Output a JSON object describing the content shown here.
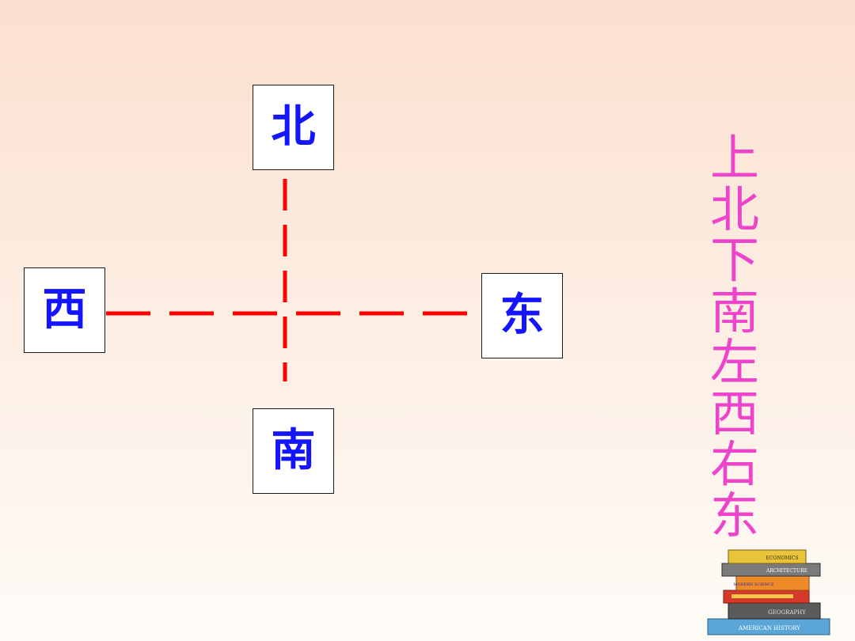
{
  "compass": {
    "north": "北",
    "south": "南",
    "west": "西",
    "east": "东"
  },
  "mnemonic": [
    "上",
    "北",
    "下",
    "南",
    "左",
    "西",
    "右",
    "东"
  ],
  "books": {
    "spines": [
      "ECONOMICS",
      "ARCHITECTURE",
      "MODERN SCIENCE",
      "GEOGRAPHY",
      "AMERICAN HISTORY"
    ]
  },
  "colors": {
    "card_text": "#1414ff",
    "axis_line": "#ff0000",
    "mnemonic_text": "#ee44cc"
  }
}
